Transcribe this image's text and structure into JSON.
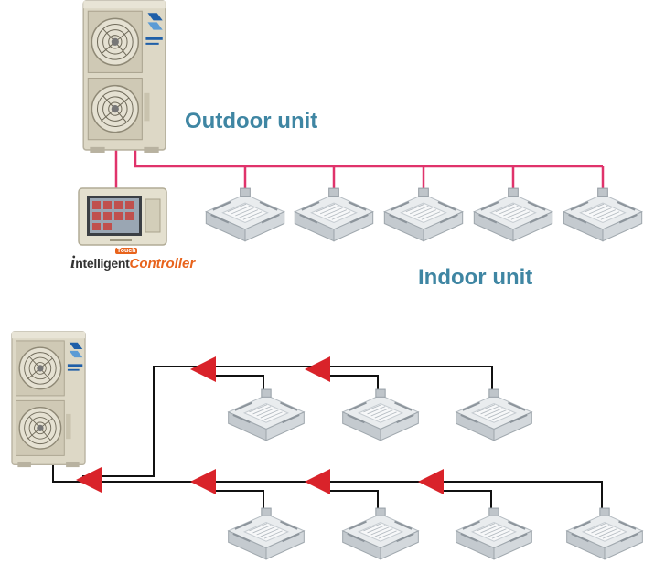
{
  "labels": {
    "outdoor_unit": "Outdoor unit",
    "indoor_unit": "Indoor unit"
  },
  "controller_logo": {
    "initial": "i",
    "word": "ntelligent",
    "badge": "Touch",
    "suffix": "Controller"
  },
  "colors": {
    "label": "#3f86a3",
    "pipe_top": "#e0336b",
    "pipe_bottom": "#111111",
    "arrow": "#d9232a",
    "unit_body": "#ddd8c6",
    "brand_blue": "#1f5fa8",
    "controller_accent": "#e8631c"
  },
  "diagrams": [
    {
      "type": "individual-piping",
      "outdoor_units": 1,
      "indoor_units": 5,
      "controllers": 1
    },
    {
      "type": "refnet-branch-piping",
      "outdoor_units": 1,
      "indoor_units": 7,
      "branch_joints": 6
    }
  ]
}
